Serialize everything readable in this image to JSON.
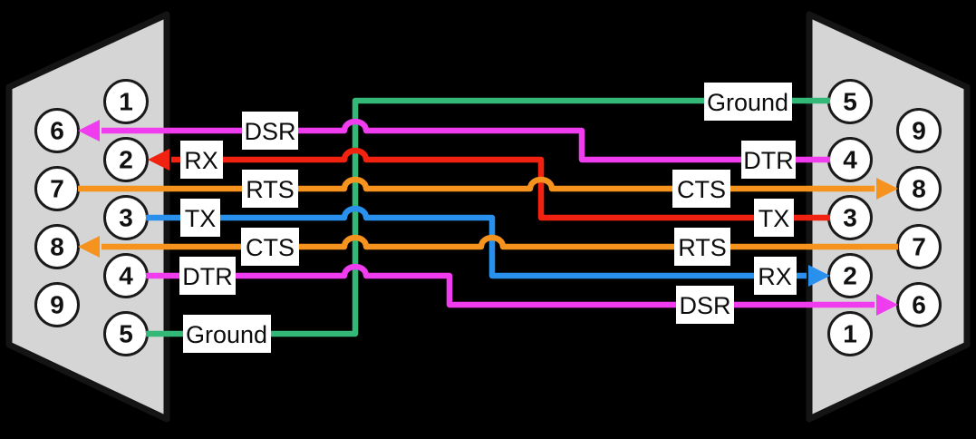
{
  "diagram": {
    "type": "serial-null-modem-wiring",
    "background": "#000000"
  },
  "colors": {
    "connector_fill": "#d5d5d5",
    "connector_border": "#141414",
    "pin_fill": "#ffffff",
    "label_bg": "#ffffff",
    "label_text": "#0c0c0c",
    "ground_green": "#34b878",
    "magenta": "#ee3cee",
    "red": "#f22210",
    "orange": "#f6921e",
    "blue": "#2a90ee"
  },
  "left_connector": {
    "inner_pins": [
      {
        "number": "1"
      },
      {
        "number": "2"
      },
      {
        "number": "3"
      },
      {
        "number": "4"
      },
      {
        "number": "5"
      }
    ],
    "outer_pins": [
      {
        "number": "6"
      },
      {
        "number": "7"
      },
      {
        "number": "8"
      },
      {
        "number": "9"
      }
    ]
  },
  "right_connector": {
    "inner_pins": [
      {
        "number": "5"
      },
      {
        "number": "4"
      },
      {
        "number": "3"
      },
      {
        "number": "2"
      },
      {
        "number": "1"
      }
    ],
    "outer_pins": [
      {
        "number": "9"
      },
      {
        "number": "8"
      },
      {
        "number": "7"
      },
      {
        "number": "6"
      }
    ]
  },
  "wires": {
    "ground": {
      "color": "#34b878",
      "left_label": "Ground",
      "right_label": "Ground",
      "left_pin": "5",
      "right_pin": "5",
      "direction": "none"
    },
    "dsr": {
      "color": "#ee3cee",
      "left_label": "DSR",
      "right_label": "DTR",
      "left_pin": "6",
      "right_pin": "4",
      "direction": "right-to-left"
    },
    "rx": {
      "color": "#f22210",
      "left_label": "RX",
      "right_label": "TX",
      "left_pin": "2",
      "right_pin": "3",
      "direction": "right-to-left"
    },
    "rts": {
      "color": "#f6921e",
      "left_label": "RTS",
      "right_label": "CTS",
      "left_pin": "7",
      "right_pin": "8",
      "direction": "left-to-right"
    },
    "tx": {
      "color": "#2a90ee",
      "left_label": "TX",
      "right_label": "RX",
      "left_pin": "3",
      "right_pin": "2",
      "direction": "left-to-right"
    },
    "cts": {
      "color": "#f6921e",
      "left_label": "CTS",
      "right_label": "RTS",
      "left_pin": "8",
      "right_pin": "7",
      "direction": "right-to-left"
    },
    "dtr": {
      "color": "#ee3cee",
      "left_label": "DTR",
      "right_label": "DSR",
      "left_pin": "4",
      "right_pin": "6",
      "direction": "left-to-right"
    }
  }
}
